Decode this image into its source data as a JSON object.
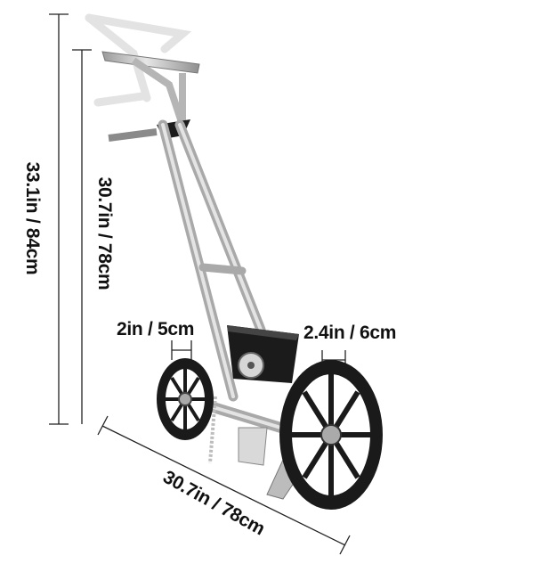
{
  "dimensions": {
    "total_height": "33.1in / 84cm",
    "handle_height": "30.7in / 78cm",
    "front_wheel_width": "2in / 5cm",
    "rear_wheel_width": "2.4in / 6cm",
    "length": "30.7in / 78cm"
  },
  "colors": {
    "frame": "#c9c9c9",
    "wheel": "#1a1a1a",
    "dimension_line": "#222222"
  }
}
